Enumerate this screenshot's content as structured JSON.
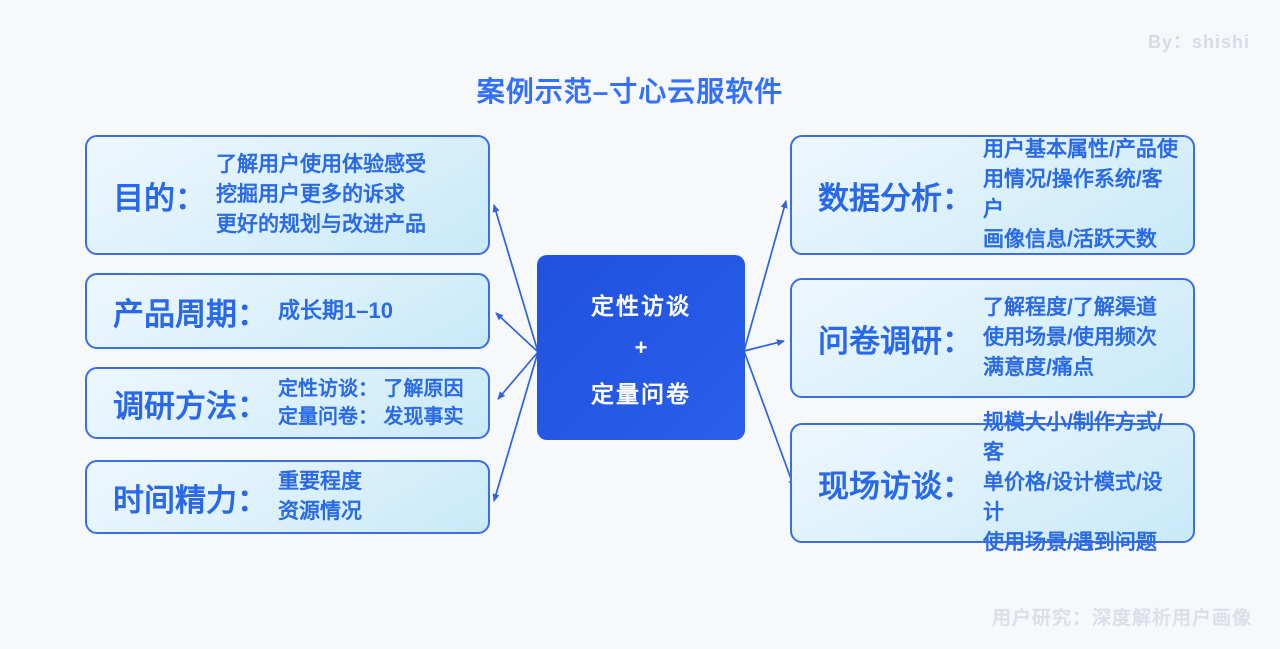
{
  "page": {
    "title": "案例示范–寸心云服软件",
    "byline": "By：shishi",
    "footer": "用户研究：深度解析用户画像"
  },
  "colors": {
    "accent_blue": "#3370ff",
    "node_border": "#3b6fe0",
    "node_text": "#2a6ae6",
    "node_fill_top": "#eef7fe",
    "node_fill_bottom": "#c9e9f8",
    "center_fill": "#2459e6",
    "arrow": "#2e63d9",
    "muted_text": "#dcdfea",
    "background": "#f6f8fc"
  },
  "center_node": {
    "line1": "定性访谈",
    "plus": "+",
    "line2": "定量问卷"
  },
  "left_nodes": [
    {
      "label": "目的：",
      "lines": [
        "了解用户使用体验感受",
        "挖掘用户更多的诉求",
        "更好的规划与改进产品"
      ]
    },
    {
      "label": "产品周期：",
      "lines": [
        "成长期1–10"
      ]
    },
    {
      "label": "调研方法：",
      "lines": [
        "定性访谈： 了解原因",
        "定量问卷： 发现事实"
      ]
    },
    {
      "label": "时间精力：",
      "lines": [
        "重要程度",
        "资源情况"
      ]
    }
  ],
  "right_nodes": [
    {
      "label": "数据分析：",
      "lines": [
        "用户基本属性/产品使",
        "用情况/操作系统/客户",
        "画像信息/活跃天数"
      ]
    },
    {
      "label": "问卷调研：",
      "lines": [
        "了解程度/了解渠道",
        "使用场景/使用频次",
        "满意度/痛点"
      ]
    },
    {
      "label": "现场访谈：",
      "lines": [
        "规模大小/制作方式/客",
        "单价格/设计模式/设计",
        "使用场景/遇到问题"
      ]
    }
  ]
}
